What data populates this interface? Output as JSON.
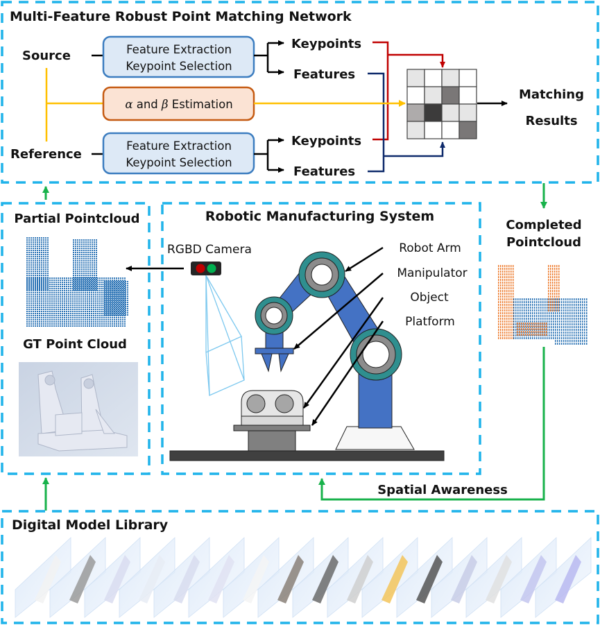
{
  "network": {
    "title": "Multi-Feature Robust Point Matching Network",
    "source_label": "Source",
    "reference_label": "Reference",
    "source_box": [
      "Feature Extraction",
      "Keypoint Selection"
    ],
    "reference_box": [
      "Feature Extraction",
      "Keypoint Selection"
    ],
    "estimation_box": {
      "alpha": "α",
      "and": " and ",
      "beta": "β",
      "rest": " Estimation"
    },
    "source_keypoints": "Keypoints",
    "source_features": "Features",
    "reference_keypoints": "Keypoints",
    "reference_features": "Features",
    "output": [
      "Matching",
      "Results"
    ],
    "matrix_shades": [
      [
        "#e6e6e6",
        "#ffffff",
        "#e6e6e6",
        "#ffffff"
      ],
      [
        "#ffffff",
        "#e6e6e6",
        "#7a7777",
        "#ffffff"
      ],
      [
        "#aeabab",
        "#3c3b3b",
        "#e6e6e6",
        "#e6e6e6"
      ],
      [
        "#e6e6e6",
        "#ffffff",
        "#ffffff",
        "#7a7777"
      ]
    ]
  },
  "partial": {
    "title": "Partial Pointcloud",
    "gt_title": "GT Point Cloud"
  },
  "system": {
    "title": "Robotic Manufacturing System",
    "camera_label": "RGBD Camera",
    "callouts": [
      "Robot Arm",
      "Manipulator",
      "Object",
      "Platform"
    ]
  },
  "completed": {
    "title": [
      "Completed",
      "Pointcloud"
    ]
  },
  "feedback_label": "Spatial Awareness",
  "library": {
    "title": "Digital Model Library",
    "model_count": 16
  },
  "colors": {
    "dashed_border": "#1fb3ea",
    "feedback_arrow": "#18b24b",
    "keypoints_line": "#c00000",
    "features_line": "#0e2a6b",
    "estimation_line": "#ffc000",
    "blue_box_fill": "#dde9f6",
    "blue_box_stroke": "#3c7dc0",
    "orange_box_fill": "#fbe3d4",
    "orange_box_stroke": "#c55a11",
    "robot_link": "#4472c4",
    "robot_joint": "#2f8f8f",
    "pointcloud_blue": "#2e75b6",
    "pointcloud_orange": "#ed7d31"
  }
}
